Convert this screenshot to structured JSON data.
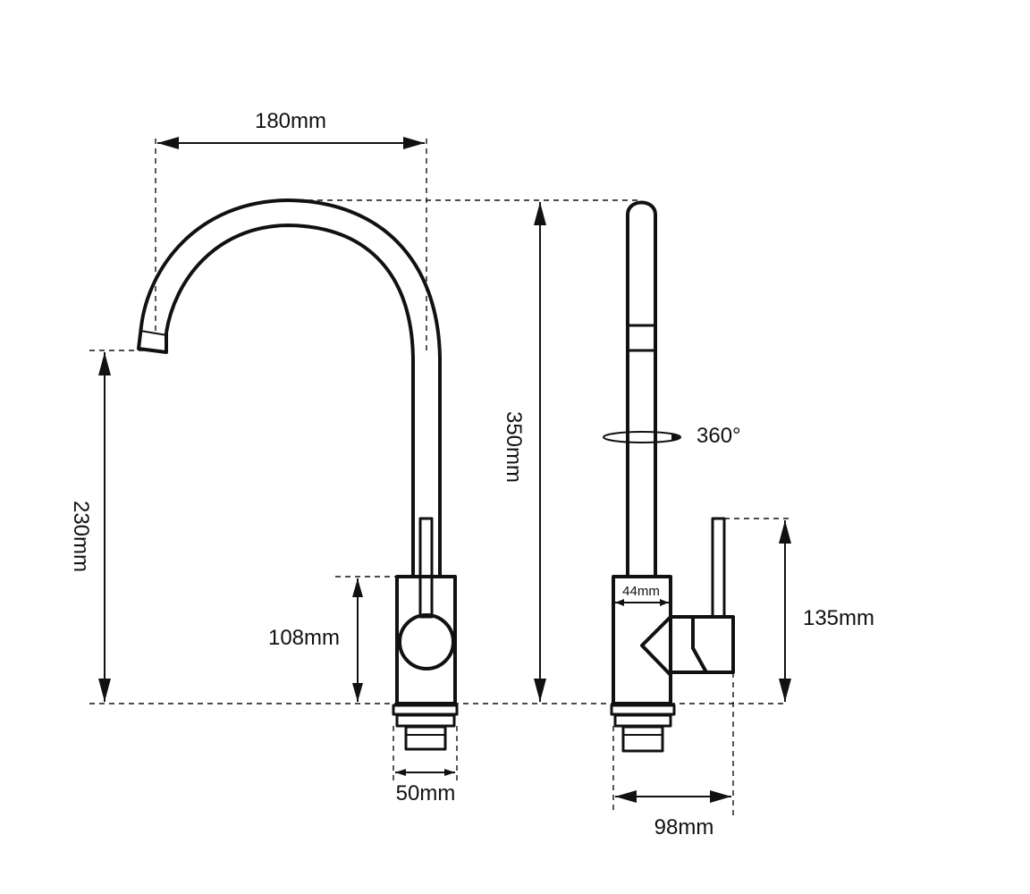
{
  "dimensions": {
    "spout_reach": "180mm",
    "spout_height": "230mm",
    "total_height": "350mm",
    "body_height": "108mm",
    "base_diameter": "50mm",
    "body_width": "44mm",
    "handle_height": "135mm",
    "total_depth": "98mm"
  },
  "rotation_label": "360°",
  "colors": {
    "line": "#111111",
    "background": "#ffffff"
  }
}
